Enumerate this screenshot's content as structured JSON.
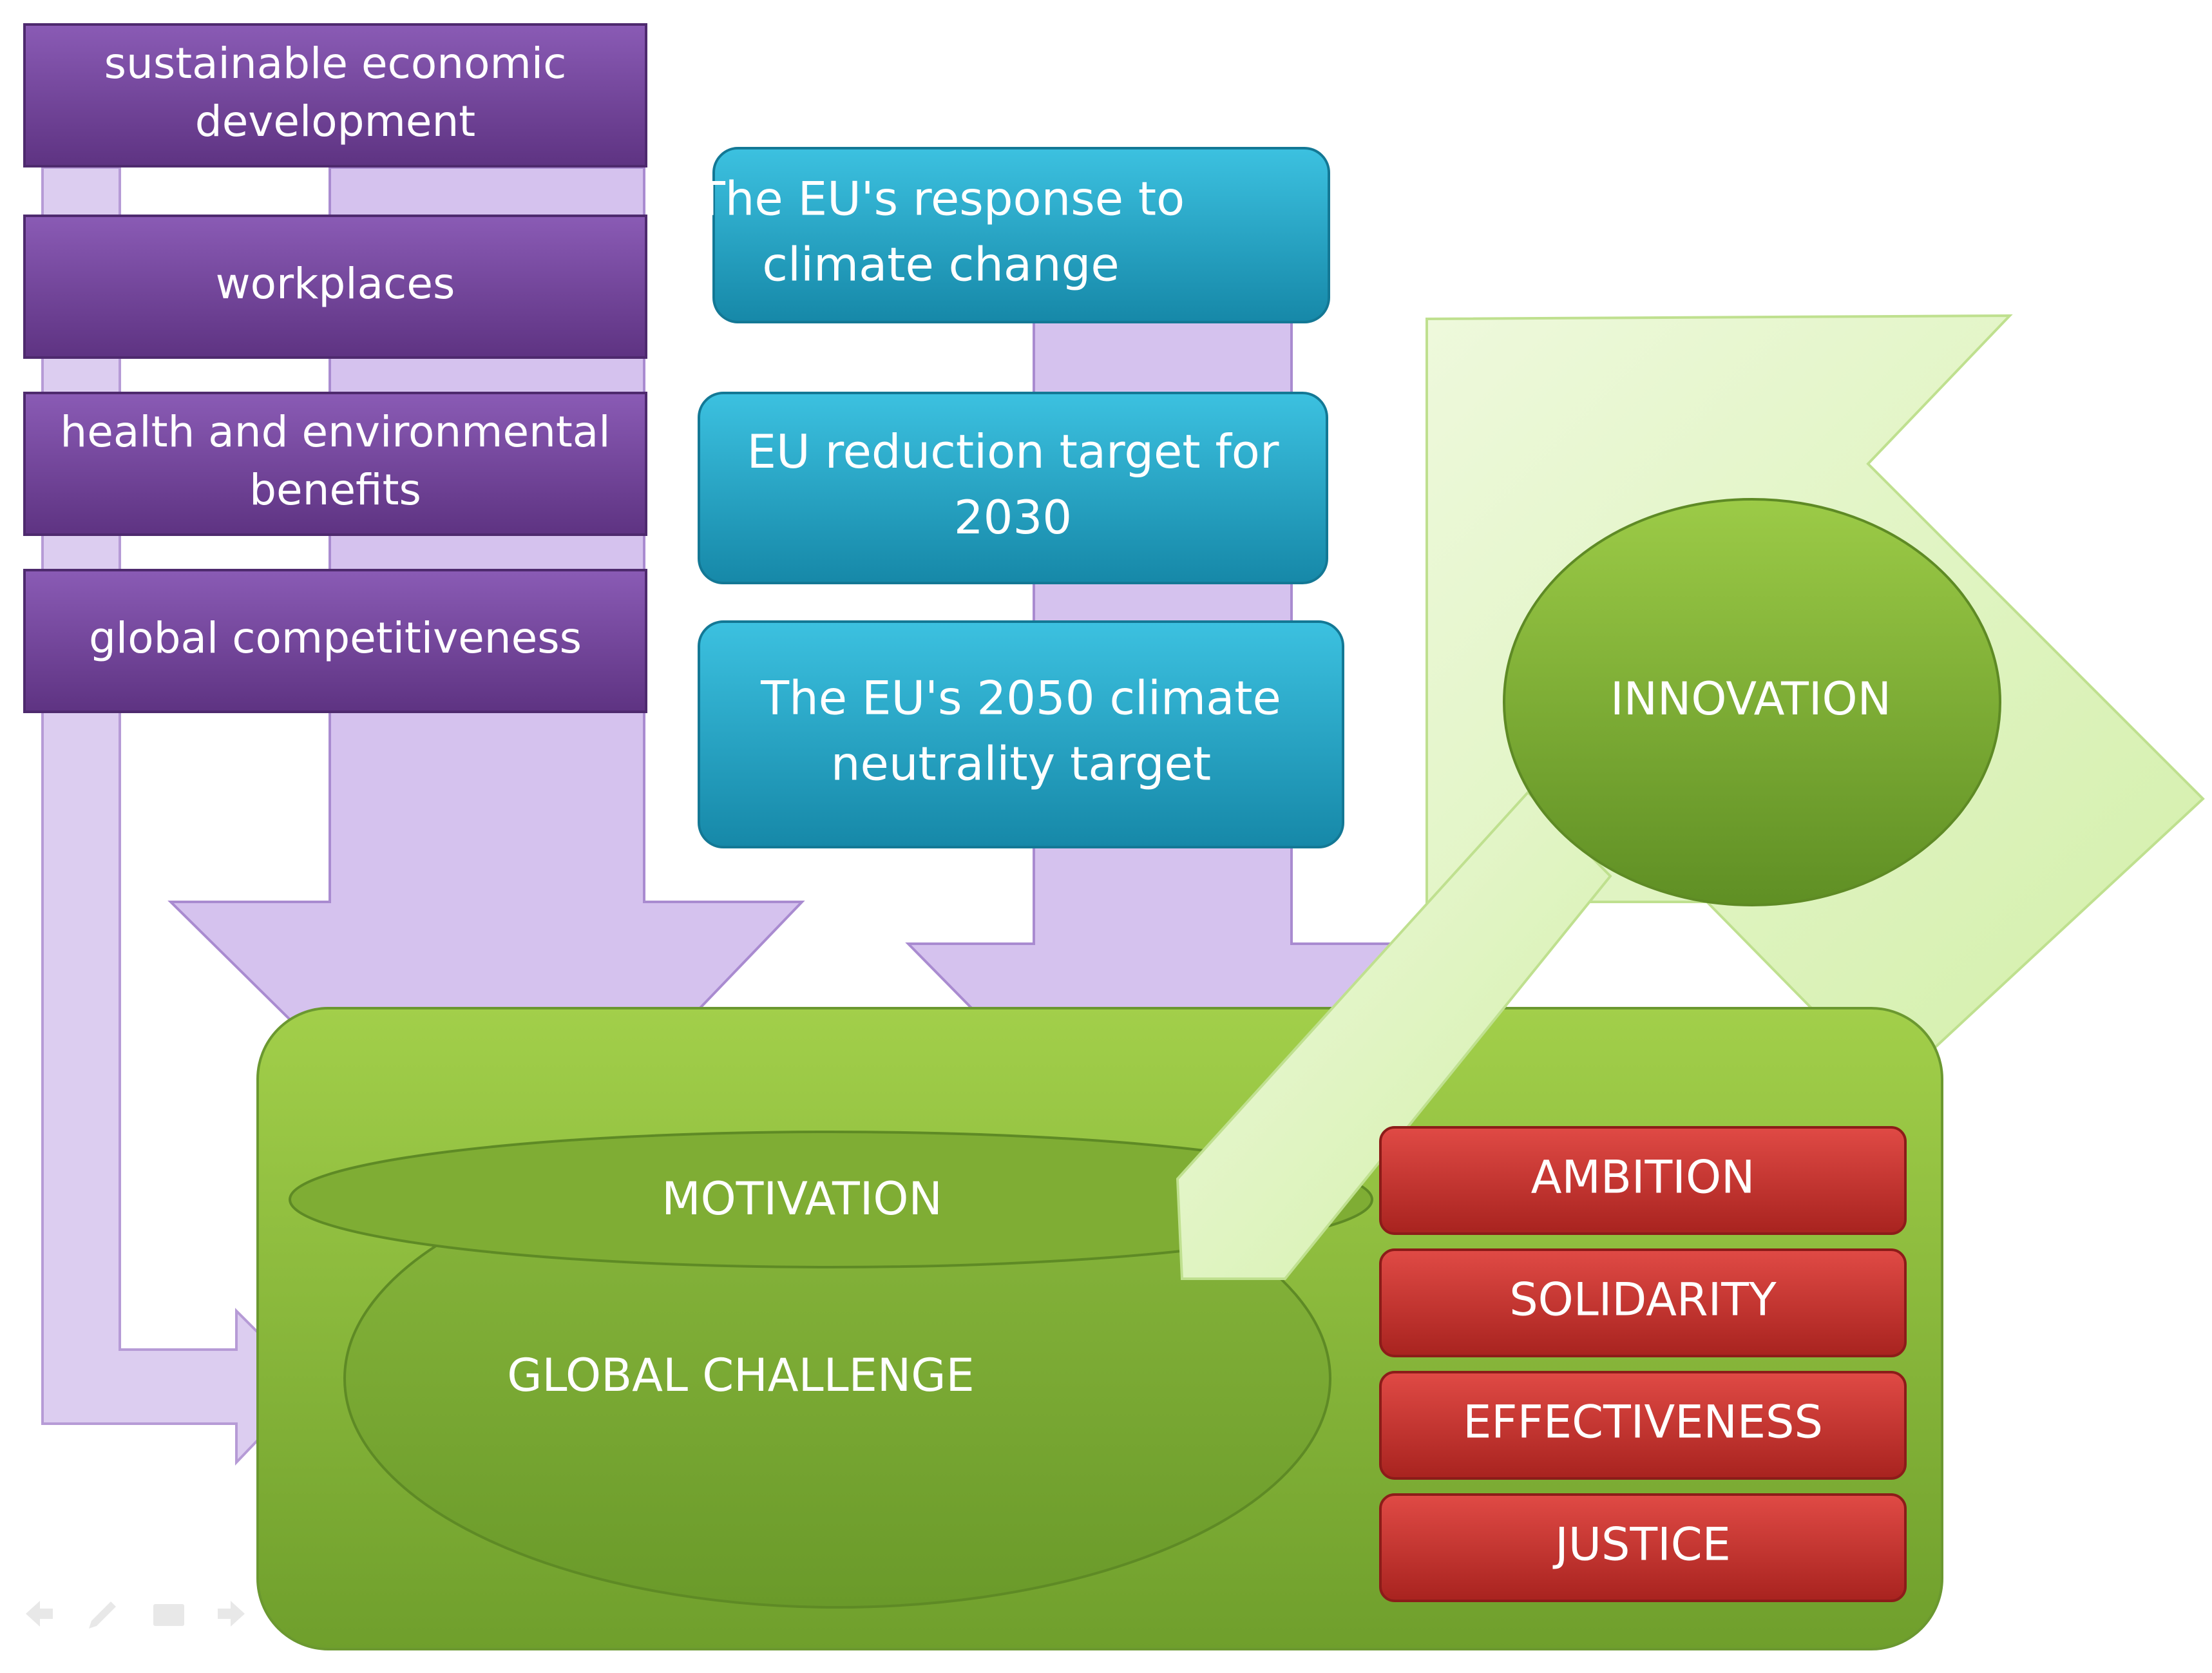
{
  "left_stack": {
    "items": [
      [
        "sustainable economic",
        "development"
      ],
      [
        "workplaces"
      ],
      [
        "health and environmental",
        "benefits"
      ],
      [
        "global competitiveness"
      ]
    ]
  },
  "center_stack": {
    "items": [
      [
        "The EU's response to",
        "climate change"
      ],
      [
        "EU reduction target for",
        "2030"
      ],
      [
        "The EU's 2050 climate",
        "neutrality target"
      ]
    ]
  },
  "core": {
    "motivation": "MOTIVATION",
    "challenge": "GLOBAL CHALLENGE",
    "innovation": "INNOVATION"
  },
  "values": {
    "items": [
      "AMBITION",
      "SOLIDARITY",
      "EFFECTIVENESS",
      "JUSTICE"
    ]
  },
  "colors": {
    "purple": "#6b3d92",
    "lavender": "#d6c6ec",
    "cyan": "#1fa3c5",
    "green": "#7fb33a",
    "lightgreen": "#e4f6c9",
    "red": "#c1312f"
  }
}
